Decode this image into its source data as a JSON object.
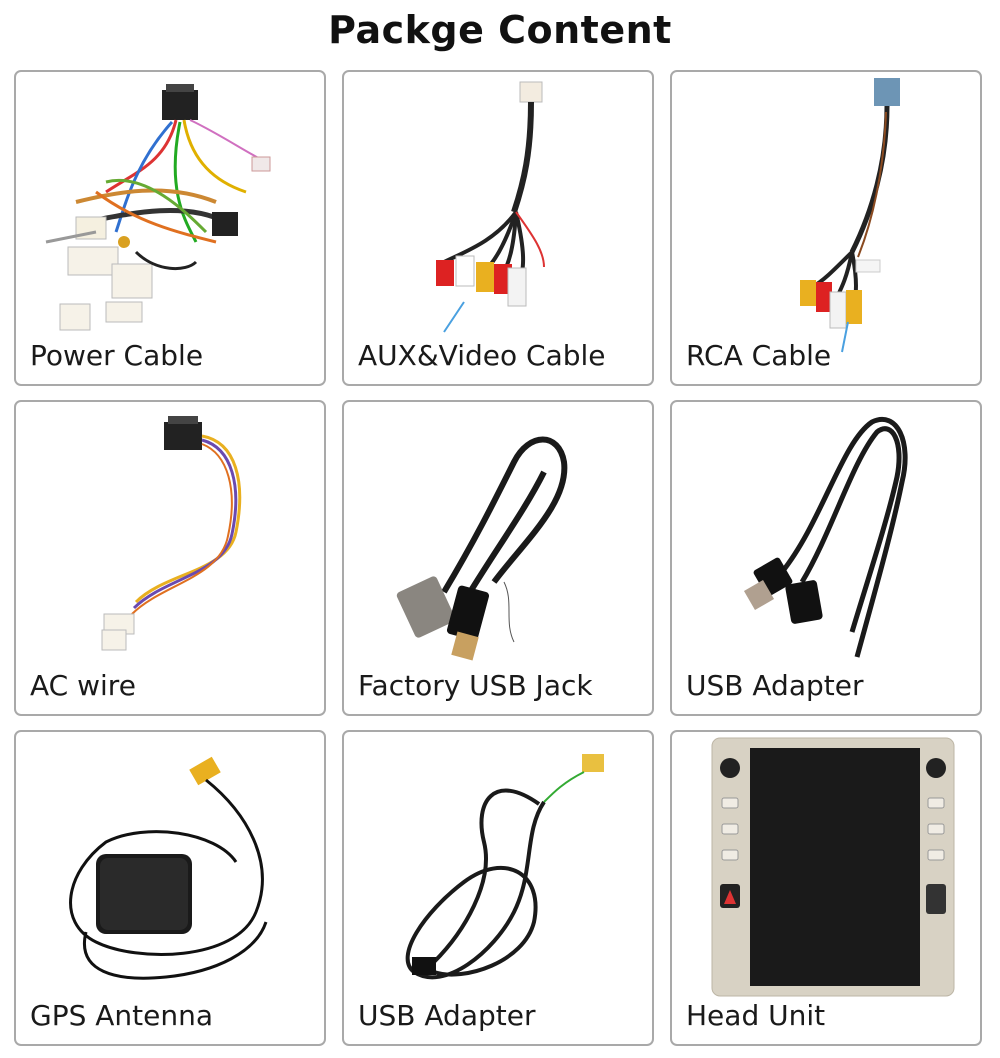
{
  "title": "Packge Content",
  "items": [
    {
      "label": "Power Cable",
      "icon": "power-cable-harness"
    },
    {
      "label": "AUX&Video Cable",
      "icon": "aux-video-cable"
    },
    {
      "label": "RCA Cable",
      "icon": "rca-cable"
    },
    {
      "label": "AC wire",
      "icon": "ac-wire"
    },
    {
      "label": "Factory USB Jack",
      "icon": "factory-usb-jack"
    },
    {
      "label": "USB Adapter",
      "icon": "usb-adapter-cable"
    },
    {
      "label": "GPS Antenna",
      "icon": "gps-antenna"
    },
    {
      "label": "USB Adapter",
      "icon": "usb-adapter-cable-2"
    },
    {
      "label": "Head Unit",
      "icon": "head-unit"
    }
  ]
}
